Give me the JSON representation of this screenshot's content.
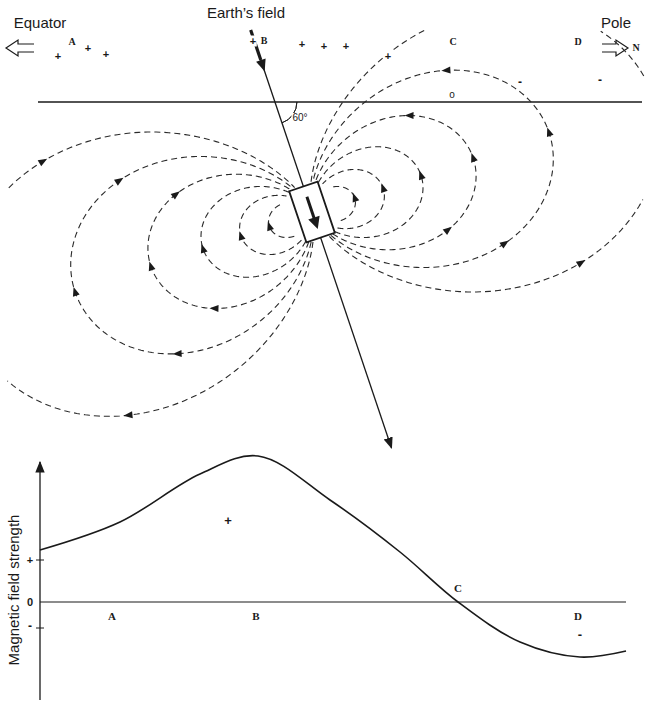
{
  "diagram": {
    "labels": [
      "Equator",
      "Earth’s field",
      "Pole",
      "A",
      "+",
      "+",
      "+",
      "+",
      "B",
      "+",
      "+",
      "+",
      "+",
      "C",
      "o",
      "D",
      "-",
      "-",
      "N",
      "60°",
      "Magnetic field strength",
      "+",
      "0",
      "-",
      "A",
      "B",
      "C",
      "D",
      "+",
      "-"
    ]
  }
}
